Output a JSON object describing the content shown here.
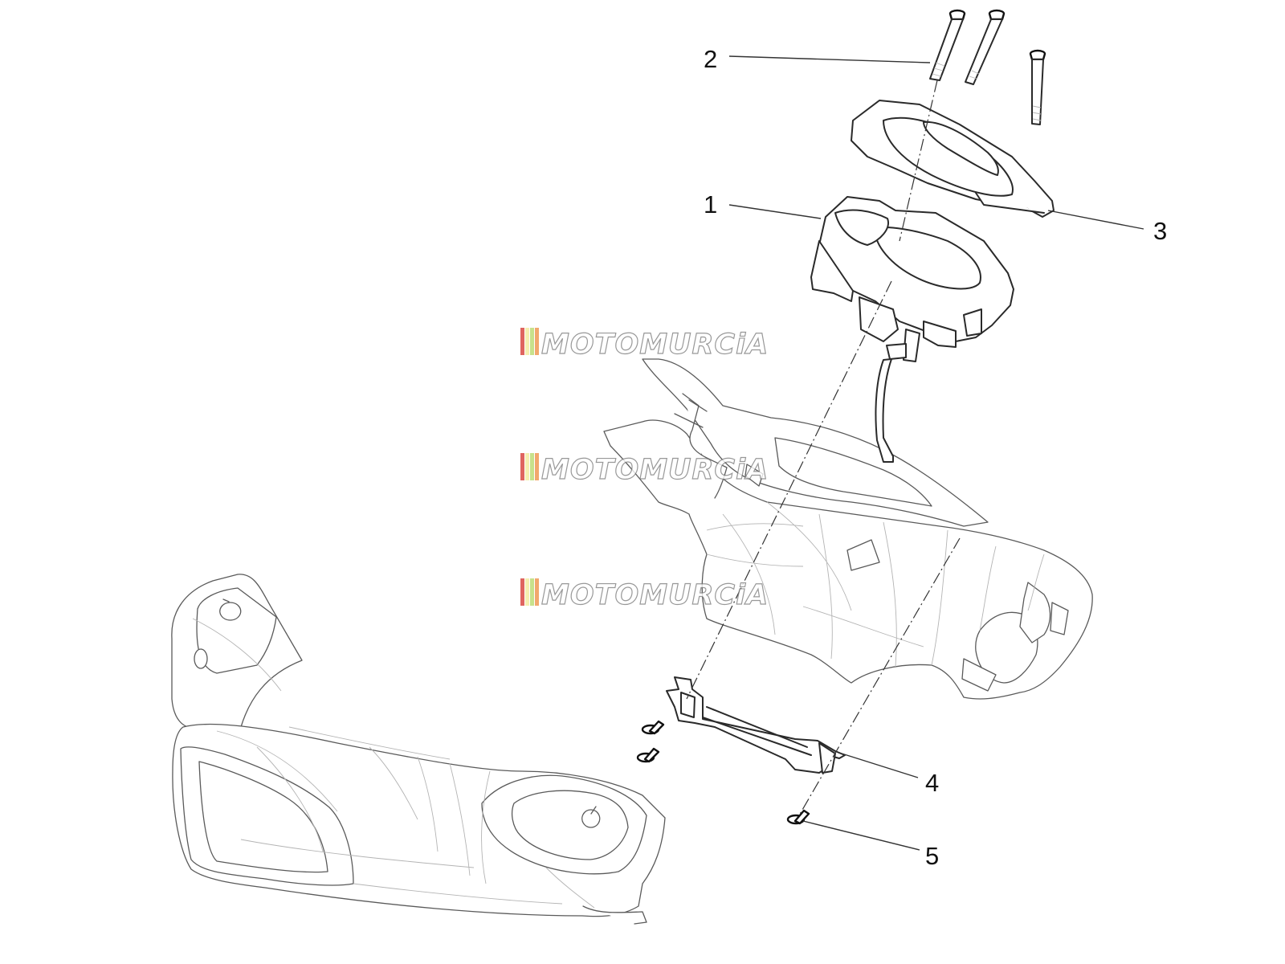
{
  "diagram": {
    "callouts": [
      {
        "number": "1"
      },
      {
        "number": "2"
      },
      {
        "number": "3"
      },
      {
        "number": "4"
      },
      {
        "number": "5"
      }
    ],
    "watermark": {
      "text": "MOTOMURCiA",
      "stripe_colors": [
        "#d63a32",
        "#f2eb9a",
        "#b9d86a",
        "#ee8f44"
      ]
    }
  }
}
